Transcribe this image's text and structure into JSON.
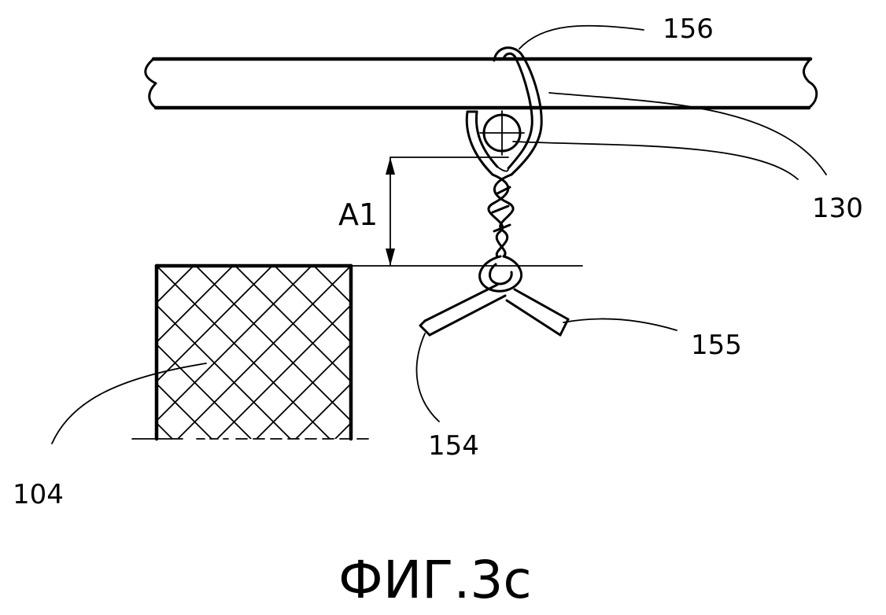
{
  "labels": {
    "ref_156": "156",
    "ref_130": "130",
    "ref_155": "155",
    "ref_154": "154",
    "ref_104": "104",
    "dim_a1": "A1"
  },
  "caption": "ФИГ.3с"
}
